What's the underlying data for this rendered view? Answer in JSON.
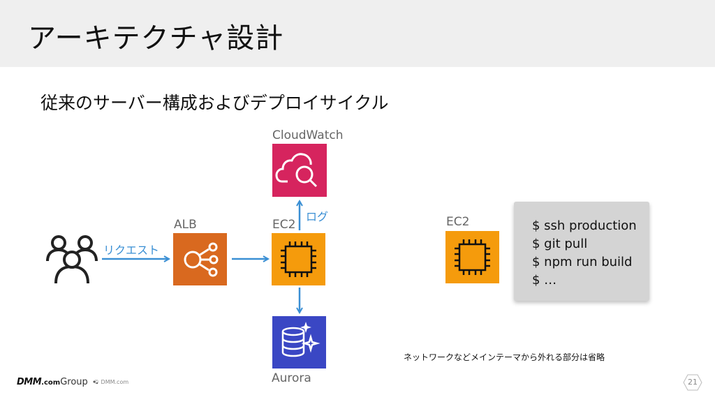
{
  "header": {
    "title": "アーキテクチャ設計"
  },
  "subtitle": "従来のサーバー構成およびデプロイサイクル",
  "diagram": {
    "services": {
      "cloudwatch": {
        "label": "CloudWatch",
        "icon": "cloudwatch-icon",
        "color": "#d6245e"
      },
      "alb": {
        "label": "ALB",
        "icon": "alb-icon",
        "color": "#d9691f"
      },
      "ec2_main": {
        "label": "EC2",
        "icon": "ec2-chip-icon",
        "color": "#f59b0c"
      },
      "aurora": {
        "label": "Aurora",
        "icon": "aurora-database-icon",
        "color": "#3a47c4"
      },
      "ec2_deploy": {
        "label": "EC2",
        "icon": "ec2-chip-icon",
        "color": "#f59b0c"
      }
    },
    "edges": {
      "request": "リクエスト",
      "log": "ログ"
    },
    "edge_color": "#3a8fd4",
    "terminal": {
      "lines": [
        "$ ssh production",
        "$ git pull",
        "$ npm run build",
        "$ …"
      ]
    }
  },
  "note": "ネットワークなどメインテーマから外れる部分は省略",
  "footer": {
    "logo_dmm": "DMM",
    "logo_com": ".com",
    "logo_group": "Group",
    "copyright": "© DMM.com",
    "page_number": "21"
  }
}
